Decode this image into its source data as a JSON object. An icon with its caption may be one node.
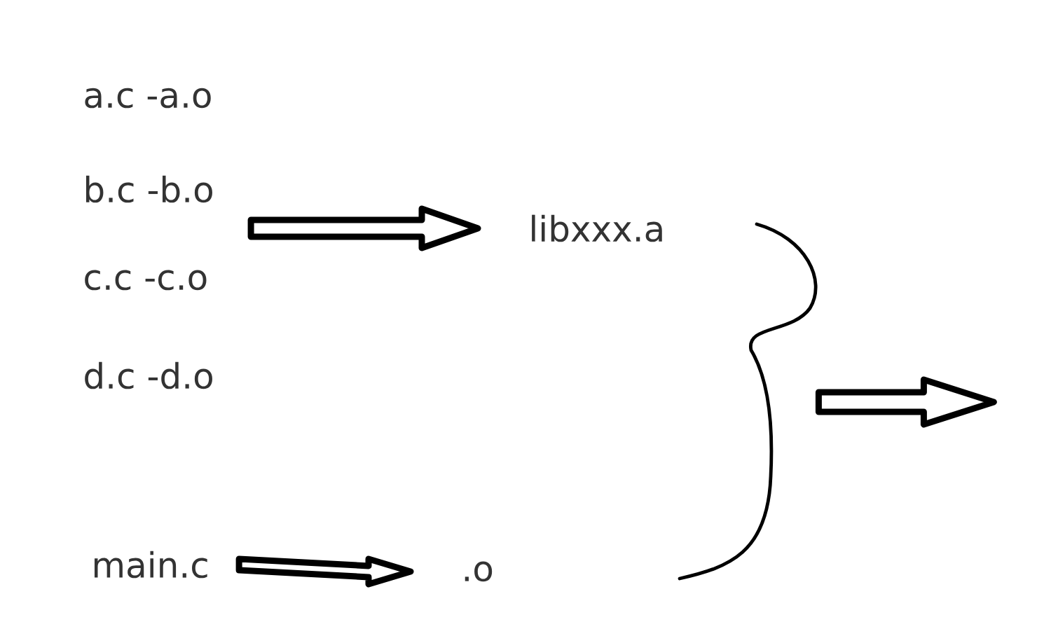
{
  "diagram": {
    "nodes": [
      {
        "text": [
          "a.c -a.o"
        ]
      },
      {
        "text": [
          "b.c -b.o"
        ]
      },
      {
        "text": [
          "c.c -c.o"
        ]
      },
      {
        "text": [
          "d.c -d.o"
        ]
      },
      {
        "text": [
          "libxxx.a"
        ]
      },
      {
        "text": [
          "main.c"
        ]
      },
      {
        "text": [
          ".o"
        ]
      },
      {
        "text": [],
        "shape": "brace"
      }
    ],
    "edges": [
      {
        "from": 0,
        "to": 4,
        "arrow": "to"
      },
      {
        "from": 1,
        "to": 4,
        "arrow": "to"
      },
      {
        "from": 2,
        "to": 4,
        "arrow": "to"
      },
      {
        "from": 3,
        "to": 4,
        "arrow": "to"
      },
      {
        "from": 5,
        "to": 6,
        "arrow": "to"
      },
      {
        "from": 7,
        "to": null,
        "arrow": "to"
      }
    ]
  }
}
